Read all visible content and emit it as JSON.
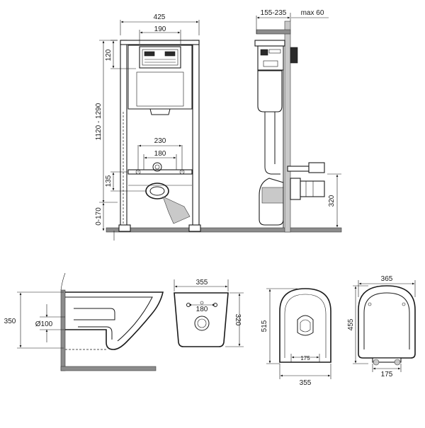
{
  "front_view": {
    "width": "425",
    "top_width": "190",
    "top_height": "120",
    "total_height": "1120 - 1290",
    "bolt_outer": "230",
    "bolt_inner": "180",
    "bolt_height": "135",
    "floor_offset": "0-170"
  },
  "side_view": {
    "depth_range": "155-235",
    "max_depth": "max 60",
    "drain_height": "320"
  },
  "bowl_side": {
    "height": "350",
    "pipe": "Ø100"
  },
  "bowl_rear": {
    "width": "355",
    "bolt_spacing": "180",
    "height": "320"
  },
  "bowl_top": {
    "length": "515",
    "inner_width": "175",
    "width": "355"
  },
  "seat": {
    "width": "365",
    "length": "455",
    "hinge_width": "175"
  },
  "colors": {
    "line": "#1a1a1a",
    "fill_grey": "#8c8c8c",
    "fill_light": "#c9c9c9"
  }
}
